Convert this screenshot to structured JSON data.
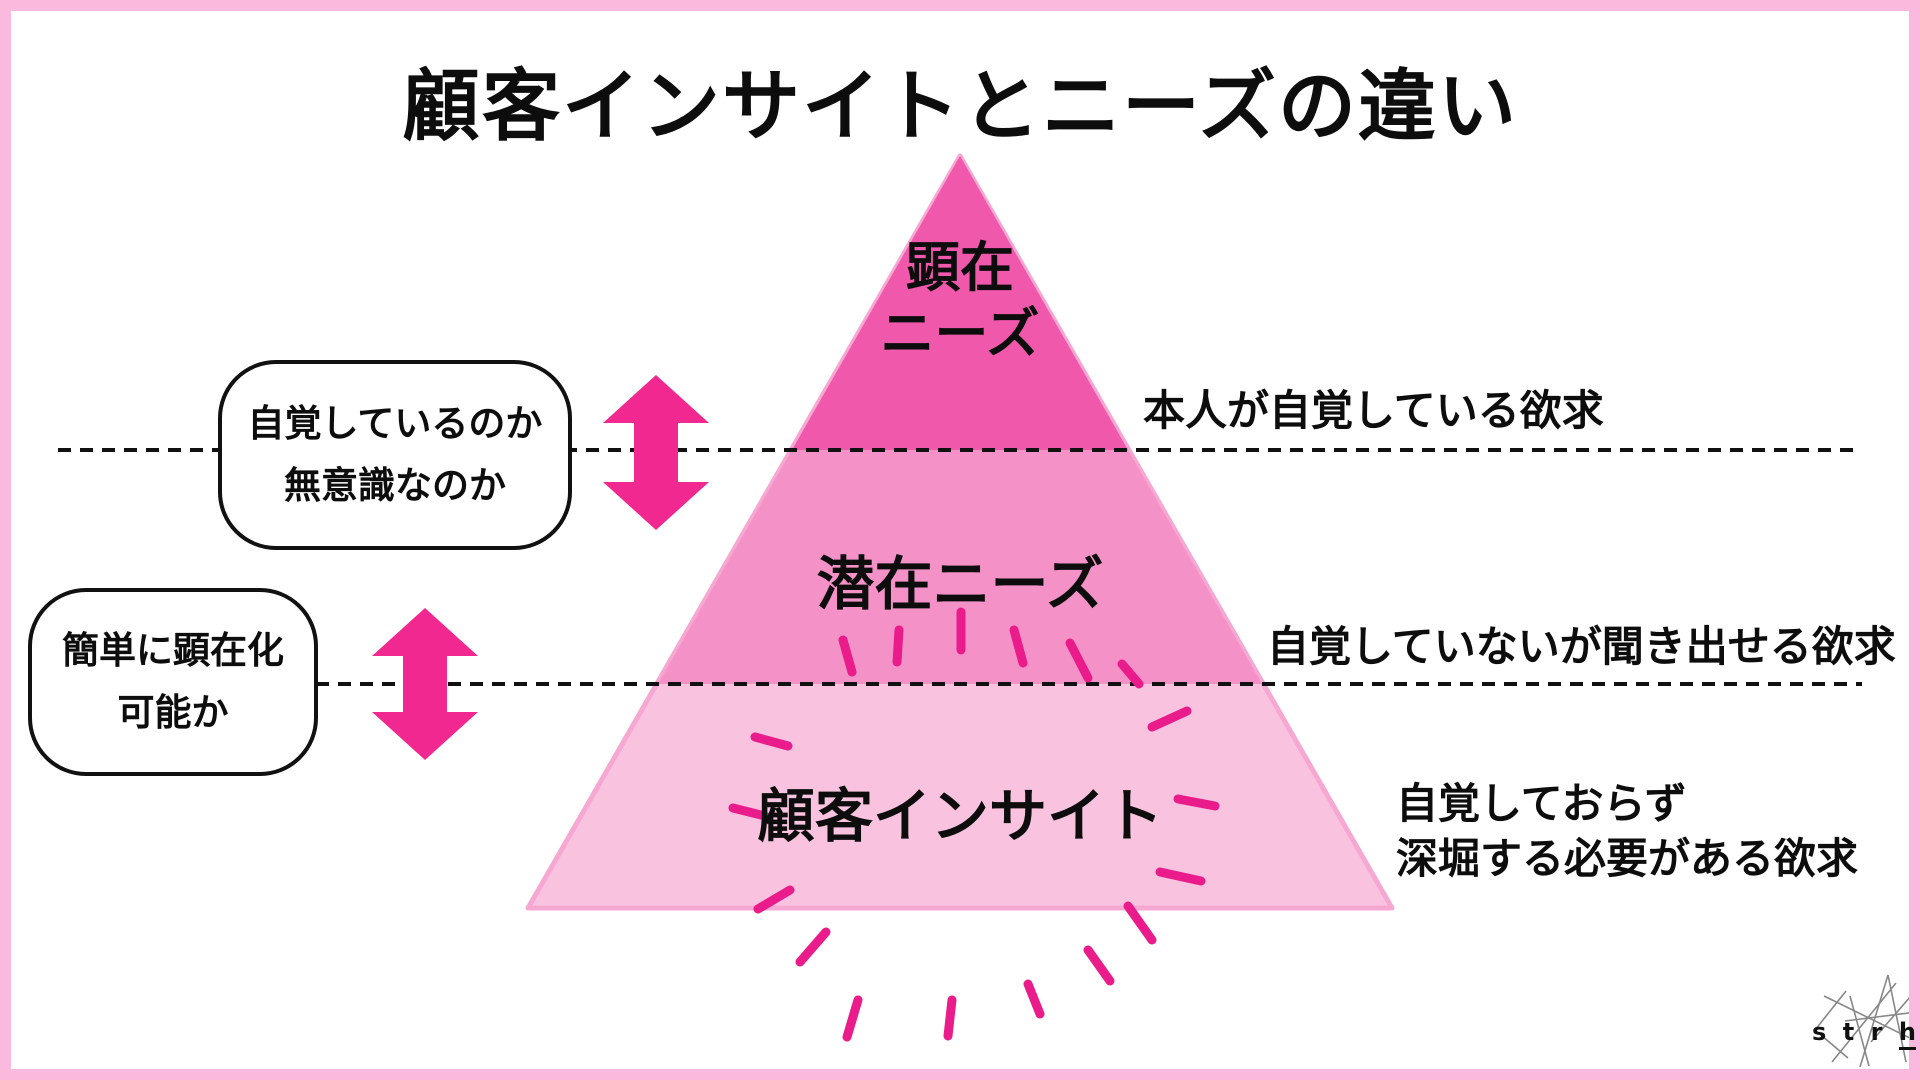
{
  "title": "顧客インサイトとニーズの違い",
  "colors": {
    "frame": "#fbb9dd",
    "level1": "#ef58ab",
    "level2": "#f492c8",
    "level3": "#f9c3df",
    "edge_highlight": "#f6a8d2",
    "arrow": "#f0288f",
    "ray": "#ea1c8b",
    "text": "#111111"
  },
  "pyramid": {
    "levels": [
      {
        "name": "explicit-needs",
        "label_line1": "顕在",
        "label_line2": "ニーズ",
        "color": "#ef58ab",
        "note": "本人が自覚している欲求"
      },
      {
        "name": "latent-needs",
        "label": "潜在ニーズ",
        "color": "#f492c8",
        "note": "自覚していないが聞き出せる欲求"
      },
      {
        "name": "customer-insight",
        "label": "顧客インサイト",
        "color": "#f9c3df",
        "note_line1": "自覚しておらず",
        "note_line2": "深堀する必要がある欲求"
      }
    ]
  },
  "left_bubbles": [
    {
      "line1": "自覚しているのか",
      "line2": "無意識なのか"
    },
    {
      "line1": "簡単に顕在化",
      "line2": "可能か"
    }
  ],
  "logo": {
    "l1": "s",
    "l2": "t",
    "l3": "r",
    "l4": "h"
  }
}
